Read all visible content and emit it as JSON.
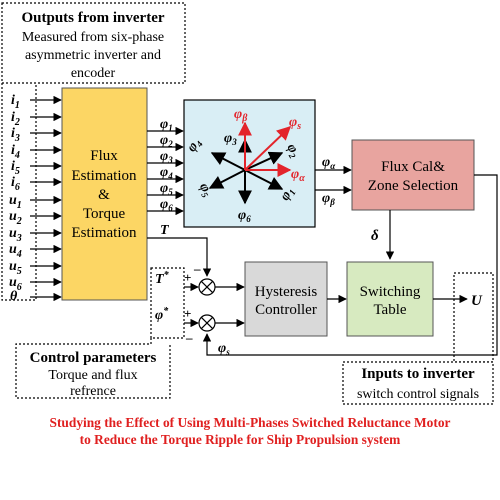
{
  "outputs_box": {
    "title": "Outputs from inverter",
    "line1": "Measured from six-phase",
    "line2": "asymmetric inverter and",
    "line3": "encoder"
  },
  "input_labels": {
    "i1": "i",
    "i1_sub": "1",
    "i2": "i",
    "i2_sub": "2",
    "i3": "i",
    "i3_sub": "3",
    "i4": "i",
    "i4_sub": "4",
    "i5": "i",
    "i5_sub": "5",
    "i6": "i",
    "i6_sub": "6",
    "u1": "u",
    "u1_sub": "1",
    "u2": "u",
    "u2_sub": "2",
    "u3": "u",
    "u3_sub": "3",
    "u4": "u",
    "u4_sub": "4",
    "u5": "u",
    "u5_sub": "5",
    "u6": "u",
    "u6_sub": "6",
    "theta": "θ"
  },
  "flux_block": {
    "l1": "Flux",
    "l2": "Estimation",
    "l3": "&",
    "l4": "Torque",
    "l5": "Estimation"
  },
  "phi_outputs": {
    "phi": "φ",
    "s1": "1",
    "s2": "2",
    "s3": "3",
    "s4": "4",
    "s5": "5",
    "s6": "6"
  },
  "vector_diagram": {
    "phi": "φ",
    "beta": "β",
    "s": "s",
    "alpha": "α",
    "n1": "1",
    "n2": "2",
    "n3": "3",
    "n4": "4",
    "n5": "5",
    "n6": "6"
  },
  "flux_cal": {
    "l1": "Flux Cal&",
    "l2": "Zone Selection"
  },
  "signals": {
    "phi": "φ",
    "alpha": "α",
    "beta": "β",
    "delta": "δ",
    "T": "T",
    "T_ref": "T",
    "star": "*",
    "phi_ref": "φ",
    "phi_s": "φ",
    "s": "s",
    "U": "U",
    "plus": "+",
    "minus": "–"
  },
  "hysteresis": {
    "l1": "Hysteresis",
    "l2": "Controller"
  },
  "switching": {
    "l1": "Switching",
    "l2": "Table"
  },
  "control_box": {
    "title": "Control parameters",
    "l1": "Torque and flux",
    "l2": "refrence"
  },
  "inverter_box": {
    "title": "Inputs to inverter",
    "l1": "switch control signals"
  },
  "caption": {
    "line1": "Studying the Effect of Using Multi-Phases Switched Reluctance Motor",
    "line2": "to Reduce the Torque Ripple for Ship Propulsion system"
  },
  "colors": {
    "flux_block": "#fcd664",
    "vector_box": "#d9eef5",
    "flux_cal": "#e8a49f",
    "hysteresis": "#d9d9d9",
    "switching": "#d7eac0",
    "red": "#e3242b",
    "caption": "#e02020"
  }
}
